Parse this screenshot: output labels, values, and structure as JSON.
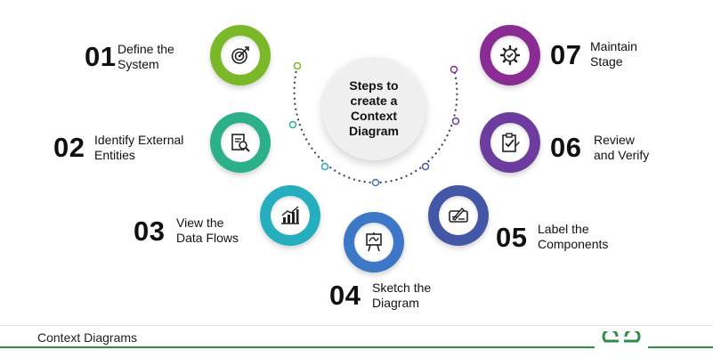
{
  "center_title": "Steps to\ncreate a\nContext\nDiagram",
  "steps": [
    {
      "number": "01",
      "label": "Define the\nSystem",
      "icon": "target-icon",
      "color": "#7ab827"
    },
    {
      "number": "02",
      "label": "Identify External\nEntities",
      "icon": "document-search-icon",
      "color": "#2bb08a"
    },
    {
      "number": "03",
      "label": "View the\nData Flows",
      "icon": "bar-chart-icon",
      "color": "#25aebd"
    },
    {
      "number": "04",
      "label": "Sketch the\nDiagram",
      "icon": "sketch-board-icon",
      "color": "#3d78c8"
    },
    {
      "number": "05",
      "label": "Label the\nComponents",
      "icon": "label-pen-icon",
      "color": "#4457a6"
    },
    {
      "number": "06",
      "label": "Review\nand Verify",
      "icon": "clipboard-check-icon",
      "color": "#6c3d9e"
    },
    {
      "number": "07",
      "label": "Maintain\nStage",
      "icon": "gear-icon",
      "color": "#8a2c93"
    }
  ],
  "footer": {
    "title": "Context Diagrams",
    "logo": "GfG",
    "accent": "#2f8d46"
  }
}
